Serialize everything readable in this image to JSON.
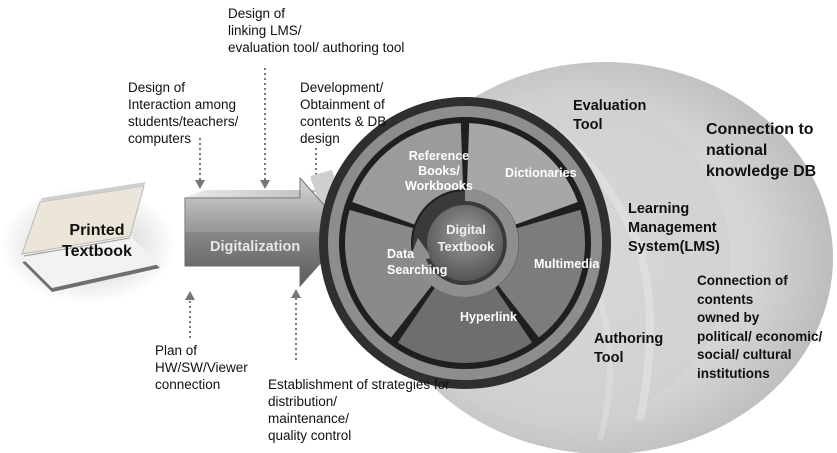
{
  "top_notes": {
    "linking": [
      "Design of",
      "linking  LMS/",
      "evaluation tool/ authoring  tool"
    ],
    "interaction": [
      "Design of",
      "Interaction among",
      "students/teachers/",
      "computers"
    ],
    "development": [
      "Development/",
      "Obtainment of",
      "contents & DB",
      "design"
    ]
  },
  "bottom_notes": {
    "plan": [
      "Plan of",
      "HW/SW/Viewer",
      "connection"
    ],
    "strategies": [
      "Establishment of strategies for",
      "distribution/",
      "maintenance/",
      "quality control"
    ]
  },
  "book": {
    "label_line1": "Printed",
    "label_line2": "Textbook"
  },
  "arrow": {
    "label": "Digitalization"
  },
  "wheel": {
    "center_line1": "Digital",
    "center_line2": "Textbook",
    "segments": {
      "reference": [
        "Reference",
        "Books/",
        "Workbooks"
      ],
      "dictionaries": "Dictionaries",
      "multimedia": "Multimedia",
      "hyperlink": "Hyperlink",
      "data_searching": [
        "Data",
        "Searching"
      ]
    }
  },
  "outer_labels": {
    "evaluation": [
      "Evaluation",
      "Tool"
    ],
    "national": [
      "Connection to",
      "national",
      "knowledge DB"
    ],
    "lms": [
      "Learning",
      "Management",
      "System(LMS)"
    ],
    "contents": [
      "Connection of",
      "contents",
      "owned by",
      "political/ economic/",
      "social/ cultural",
      "institutions"
    ],
    "authoring": [
      "Authoring",
      "Tool"
    ]
  }
}
